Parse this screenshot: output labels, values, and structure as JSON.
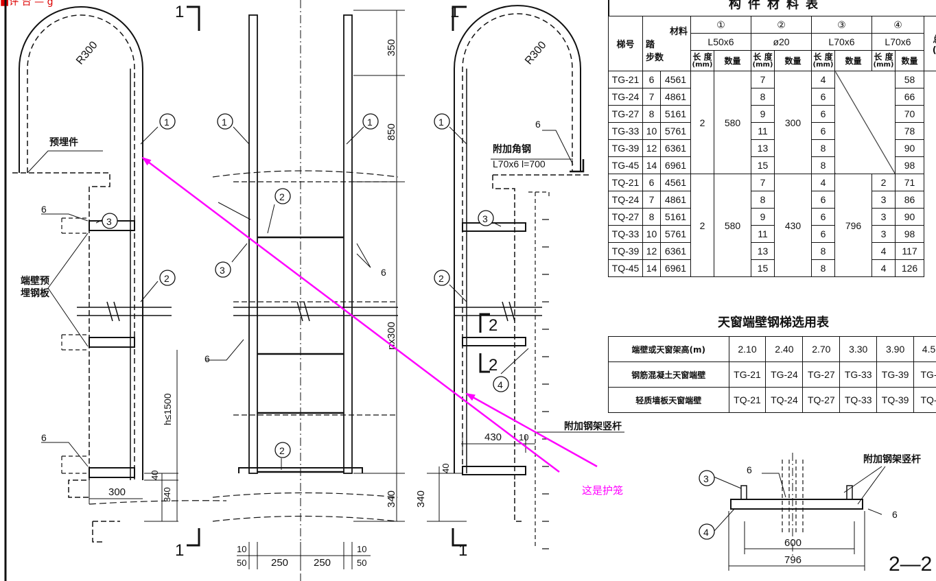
{
  "header_fragment": "■评 台 — g",
  "section_marks": {
    "left_top": "1",
    "left_bottom": "1",
    "right_top": "1",
    "right_bottom": "1",
    "mid_top": "2",
    "mid_bottom": "2"
  },
  "labels": {
    "r300": "R300",
    "embedded": "预埋件",
    "wall_plate_line1": "端壁预",
    "wall_plate_line2": "埋钢板",
    "extra_angle_line1": "附加角钢",
    "extra_angle_line2": "L70x6  l=700",
    "extra_post": "附加钢架竖杆",
    "extra_post2": "附加钢架竖杆",
    "annotation": "这是护笼",
    "h_limit": "h≤1500",
    "nx300": "nx300",
    "weld6": "6",
    "circ1": "1",
    "circ2": "2",
    "circ3": "3",
    "circ4": "4",
    "drawing_no": "2—2"
  },
  "dimensions": {
    "d350": "350",
    "d850": "850",
    "d340": "340",
    "d40": "40",
    "d300": "300",
    "d250": "250",
    "d10": "10",
    "d50": "50",
    "d430": "430",
    "d600": "600",
    "d796": "796"
  },
  "material_table": {
    "title": "构件材料表",
    "h_ladder": "梯号",
    "h_material": "材料",
    "h_steps_line1": "踏",
    "h_steps_line2": "步数",
    "h_total": "总",
    "h_total_unit": "(k",
    "parts": [
      {
        "num": "①",
        "spec": "L50x6"
      },
      {
        "num": "②",
        "spec": "ø20"
      },
      {
        "num": "③",
        "spec": "L70x6"
      },
      {
        "num": "④",
        "spec": "L70x6"
      }
    ],
    "h_length": "长 度",
    "h_length_unit": "(mm)",
    "h_qty": "数量",
    "group_tg": {
      "p1_qty": "2",
      "p2_len": "580",
      "p3_len": "300"
    },
    "group_tq": {
      "p1_qty": "2",
      "p2_len": "580",
      "p3_len": "430",
      "p4_len": "796"
    },
    "rows": [
      {
        "id": "TG-21",
        "steps": "6",
        "p1_len": "4561",
        "p2_qty": "7",
        "p3_qty": "4",
        "p4_qty": "",
        "total": "58"
      },
      {
        "id": "TG-24",
        "steps": "7",
        "p1_len": "4861",
        "p2_qty": "8",
        "p3_qty": "6",
        "p4_qty": "",
        "total": "66"
      },
      {
        "id": "TG-27",
        "steps": "8",
        "p1_len": "5161",
        "p2_qty": "9",
        "p3_qty": "6",
        "p4_qty": "",
        "total": "70"
      },
      {
        "id": "TG-33",
        "steps": "10",
        "p1_len": "5761",
        "p2_qty": "11",
        "p3_qty": "6",
        "p4_qty": "",
        "total": "78"
      },
      {
        "id": "TG-39",
        "steps": "12",
        "p1_len": "6361",
        "p2_qty": "13",
        "p3_qty": "8",
        "p4_qty": "",
        "total": "90"
      },
      {
        "id": "TG-45",
        "steps": "14",
        "p1_len": "6961",
        "p2_qty": "15",
        "p3_qty": "8",
        "p4_qty": "",
        "total": "98"
      },
      {
        "id": "TQ-21",
        "steps": "6",
        "p1_len": "4561",
        "p2_qty": "7",
        "p3_qty": "4",
        "p4_qty": "2",
        "total": "71"
      },
      {
        "id": "TQ-24",
        "steps": "7",
        "p1_len": "4861",
        "p2_qty": "8",
        "p3_qty": "6",
        "p4_qty": "3",
        "total": "86"
      },
      {
        "id": "TQ-27",
        "steps": "8",
        "p1_len": "5161",
        "p2_qty": "9",
        "p3_qty": "6",
        "p4_qty": "3",
        "total": "90"
      },
      {
        "id": "TQ-33",
        "steps": "10",
        "p1_len": "5761",
        "p2_qty": "11",
        "p3_qty": "6",
        "p4_qty": "3",
        "total": "98"
      },
      {
        "id": "TQ-39",
        "steps": "12",
        "p1_len": "6361",
        "p2_qty": "13",
        "p3_qty": "8",
        "p4_qty": "4",
        "total": "117"
      },
      {
        "id": "TQ-45",
        "steps": "14",
        "p1_len": "6961",
        "p2_qty": "15",
        "p3_qty": "8",
        "p4_qty": "4",
        "total": "126"
      }
    ]
  },
  "selection_table": {
    "title": "天窗端壁钢梯选用表",
    "heights_label": "端壁或天窗架高(m)",
    "heights": [
      "2.10",
      "2.40",
      "2.70",
      "3.30",
      "3.90",
      "4.5"
    ],
    "rows": [
      {
        "label": "钢筋混凝土天窗端壁",
        "values": [
          "TG-21",
          "TG-24",
          "TG-27",
          "TG-33",
          "TG-39",
          "TG-"
        ]
      },
      {
        "label": "轻质墙板天窗端壁",
        "values": [
          "TQ-21",
          "TQ-24",
          "TQ-27",
          "TQ-33",
          "TQ-39",
          "TQ-"
        ]
      }
    ]
  },
  "colors": {
    "annotation": "#ff00ff",
    "ink": "#111111",
    "header_red": "#dd0000"
  }
}
